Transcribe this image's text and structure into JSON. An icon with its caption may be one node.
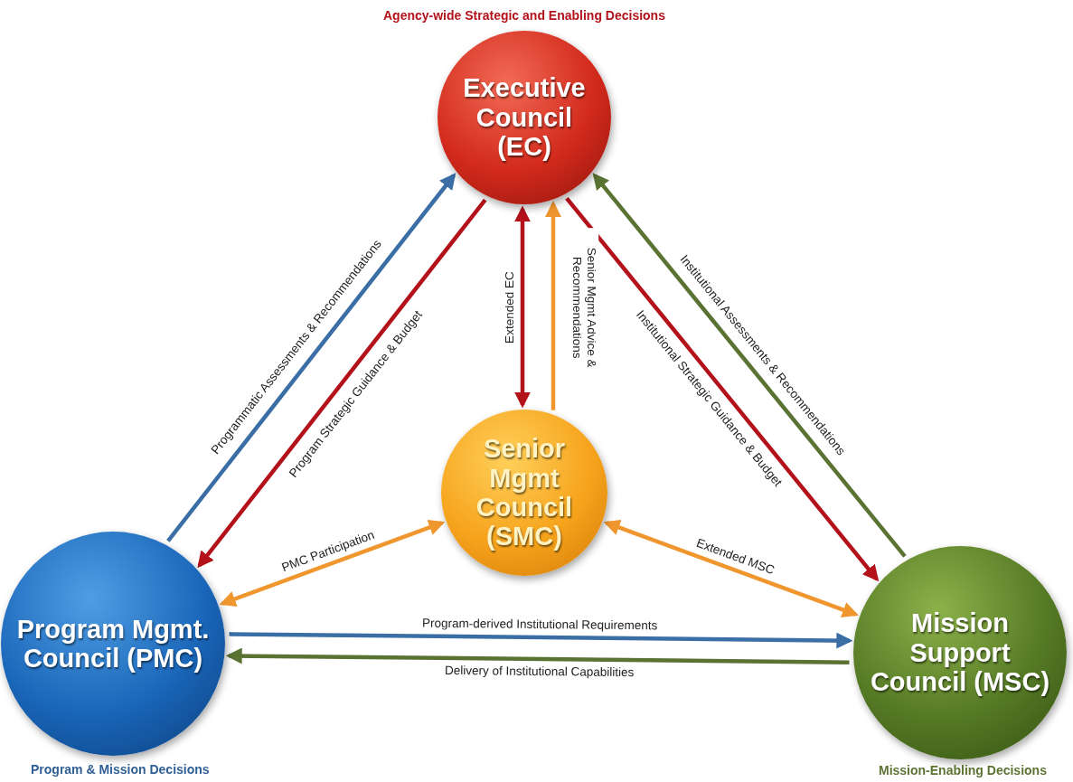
{
  "diagram": {
    "nodes": [
      {
        "text": [
          "Executive Council (EC)"
        ],
        "beside": [
          "Agency-wide Strategic and Enabling Decisions"
        ]
      },
      {
        "text": [
          "Senior Mgmt Council (SMC)"
        ]
      },
      {
        "text": [
          "Program Mgmt. Council (PMC)"
        ],
        "beside": [
          "Program & Mission Decisions"
        ]
      },
      {
        "text": [
          "Mission Support Council (MSC)"
        ],
        "beside": [
          "Mission-Enabling Decisions"
        ]
      }
    ],
    "edges": [
      {
        "from": 2,
        "to": 0,
        "arrow": "to",
        "label": "Programmatic Assessments & Recommendations",
        "color": "#3a6ea5"
      },
      {
        "from": 0,
        "to": 2,
        "arrow": "to",
        "label": "Program Strategic Guidance & Budget",
        "color": "#b3121b"
      },
      {
        "from": 0,
        "to": 1,
        "arrow": "both",
        "label": "Extended EC",
        "color": "#b3121b"
      },
      {
        "from": 1,
        "to": 0,
        "arrow": "to",
        "label": "Senior Mgmt Advice & Recommendations",
        "color": "#f0962e"
      },
      {
        "from": 0,
        "to": 3,
        "arrow": "to",
        "label": "Institutional Strategic Guidance & Budget",
        "color": "#b3121b"
      },
      {
        "from": 3,
        "to": 0,
        "arrow": "to",
        "label": "Institutional Assessments & Recommendations",
        "color": "#5a7333"
      },
      {
        "from": 2,
        "to": 1,
        "arrow": "both",
        "label": "PMC Participation",
        "color": "#f0962e"
      },
      {
        "from": 1,
        "to": 3,
        "arrow": "both",
        "label": "Extended MSC",
        "color": "#f0962e"
      },
      {
        "from": 2,
        "to": 3,
        "arrow": "to",
        "label": "Program-derived Institutional Requirements",
        "color": "#3a6ea5"
      },
      {
        "from": 3,
        "to": 2,
        "arrow": "to",
        "label": "Delivery of Institutional Capabilities",
        "color": "#5a7333"
      }
    ]
  }
}
